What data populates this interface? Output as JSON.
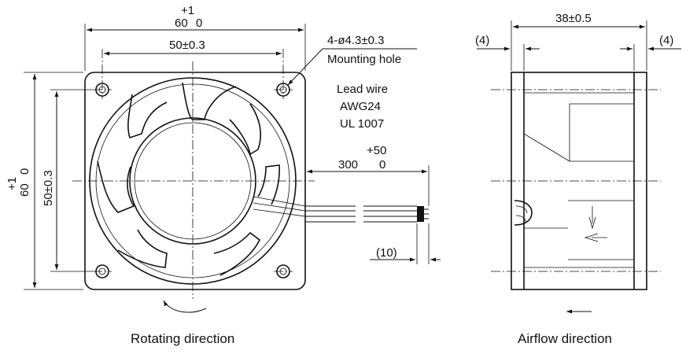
{
  "front_view": {
    "overall_width": {
      "nominal": "60",
      "tol_upper": "+1",
      "tol_lower": "0"
    },
    "hole_spacing_horizontal": "50±0.3",
    "overall_height": {
      "nominal": "60",
      "tol_upper": "+1",
      "tol_lower": "0"
    },
    "hole_spacing_vertical": "50±0.3",
    "mounting_hole_spec": "4-ø4.3±0.3",
    "mounting_hole_label": "Mounting hole",
    "lead_wire": {
      "line1": "Lead wire",
      "line2": "AWG24",
      "line3": "UL 1007"
    },
    "lead_length": {
      "nominal": "300",
      "tol_upper": "+50",
      "tol_lower": "0"
    },
    "strip_length": "(10)",
    "caption": "Rotating direction"
  },
  "side_view": {
    "depth": "38±0.5",
    "flange_left": "(4)",
    "flange_right": "(4)",
    "caption": "Airflow direction"
  }
}
